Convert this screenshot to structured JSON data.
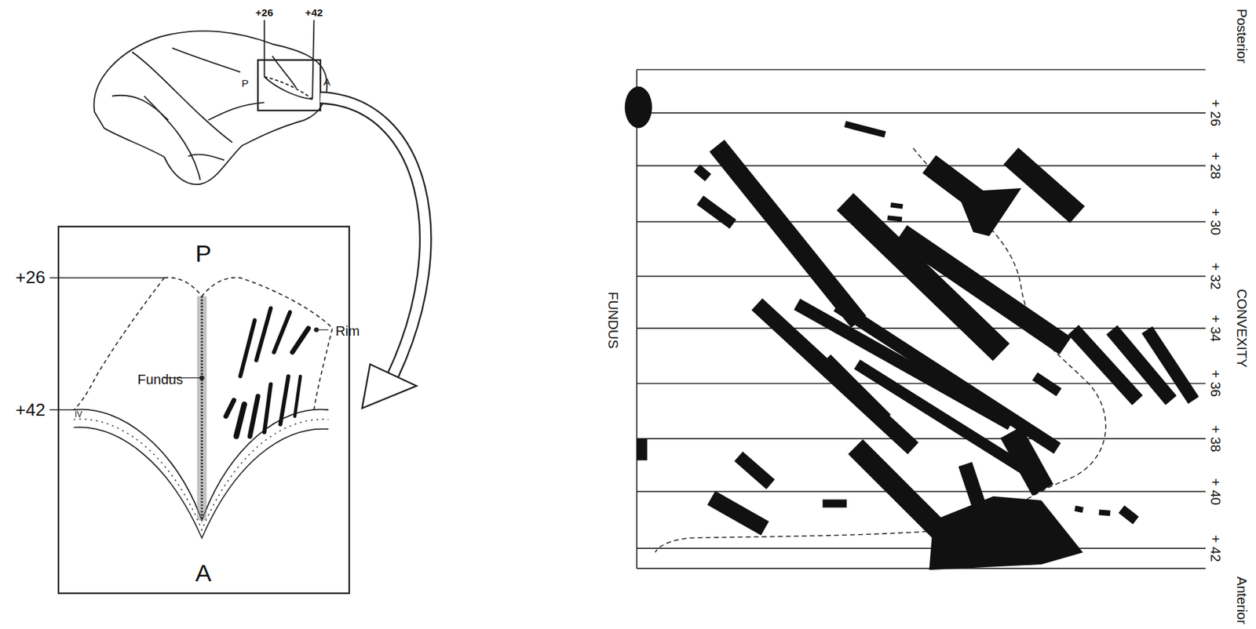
{
  "diagram": {
    "nodes": [
      {
        "text": [
          "P",
          "Fundus",
          "Rim",
          "A"
        ]
      }
    ],
    "labels": [
      "+26",
      "+42",
      "P",
      "A",
      "+26",
      "+42",
      "IV",
      "Posterior",
      "+ 26",
      "+ 28",
      "+ 30",
      "+ 32",
      "+ 34",
      "+ 36",
      "+ 38",
      "+ 40",
      "+ 42",
      "CONVEXITY",
      "FUNDUS",
      "Anterior"
    ]
  }
}
